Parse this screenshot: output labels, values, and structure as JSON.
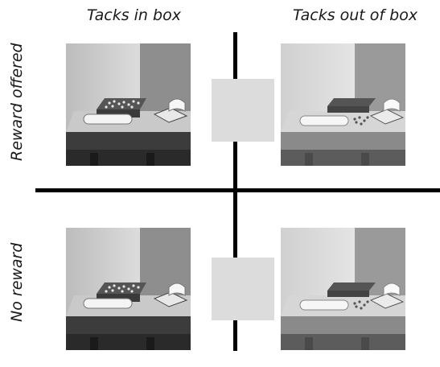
{
  "columns": [
    "Tacks in box",
    "Tacks out of box"
  ],
  "rows": [
    "Reward offered",
    "No reward"
  ],
  "colors": {
    "divider": "#000000",
    "patch": "#dcdcdc",
    "label": "#1a1a1a"
  },
  "scenes": [
    {
      "condition": "tacks-in-box"
    },
    {
      "condition": "tacks-out-of-box"
    },
    {
      "condition": "tacks-in-box"
    },
    {
      "condition": "tacks-out-of-box"
    }
  ]
}
